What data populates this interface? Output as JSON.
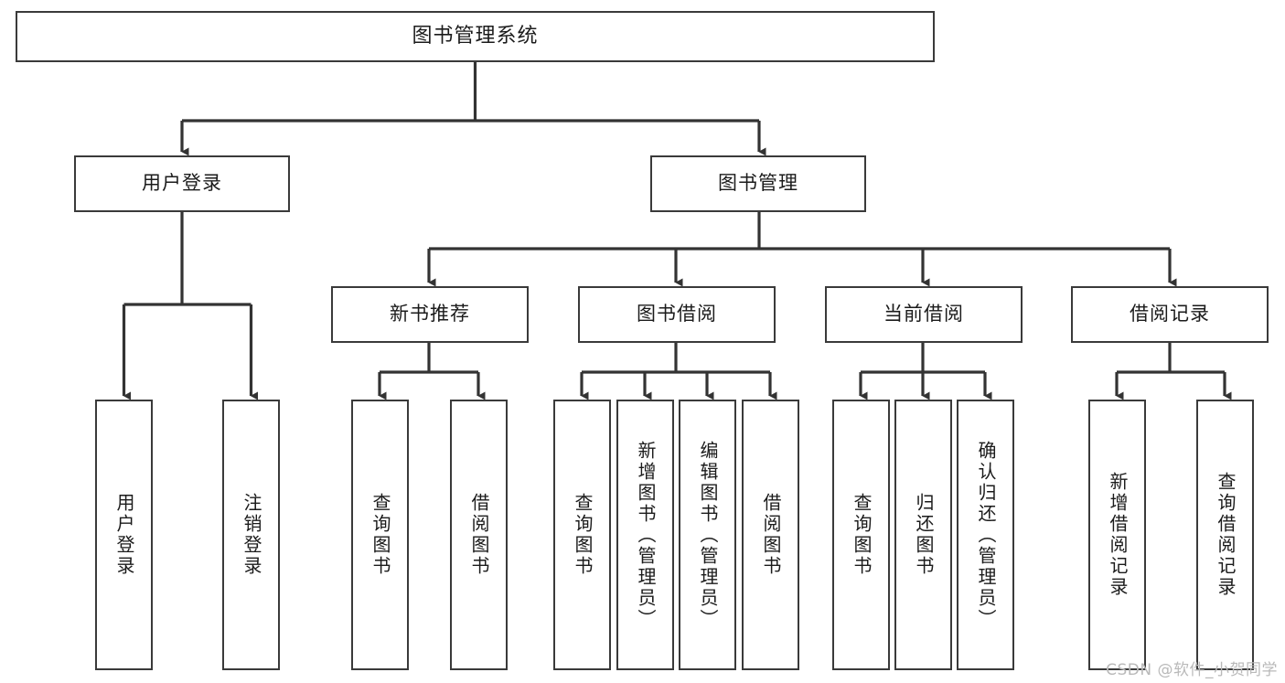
{
  "diagram": {
    "title": "图书管理系统",
    "type": "tree",
    "colors": {
      "box_border": "#3a3a3a",
      "box_fill": "#ffffff",
      "connector": "#333333",
      "text": "#1b1b1b",
      "watermark": "#b9b9b9",
      "background": "#ffffff"
    },
    "root": {
      "label": "图书管理系统"
    },
    "level2": [
      {
        "id": "user-login",
        "label": "用户登录"
      },
      {
        "id": "book-manage",
        "label": "图书管理"
      }
    ],
    "level3": [
      {
        "id": "new-book-recommend",
        "label": "新书推荐",
        "parent": "book-manage"
      },
      {
        "id": "book-borrow",
        "label": "图书借阅",
        "parent": "book-manage"
      },
      {
        "id": "current-borrow",
        "label": "当前借阅",
        "parent": "book-manage"
      },
      {
        "id": "borrow-record",
        "label": "借阅记录",
        "parent": "book-manage"
      }
    ],
    "leaves": {
      "user-login": [
        {
          "id": "leaf-user-login",
          "label": "用户登录"
        },
        {
          "id": "leaf-user-logout",
          "label": "注销登录"
        }
      ],
      "new-book-recommend": [
        {
          "id": "leaf-query-book-1",
          "label": "查询图书"
        },
        {
          "id": "leaf-borrow-book-1",
          "label": "借阅图书"
        }
      ],
      "book-borrow": [
        {
          "id": "leaf-query-book-2",
          "label": "查询图书"
        },
        {
          "id": "leaf-add-book",
          "label": "新增图书（管理员）"
        },
        {
          "id": "leaf-edit-book",
          "label": "编辑图书（管理员）"
        },
        {
          "id": "leaf-borrow-book-2",
          "label": "借阅图书"
        }
      ],
      "current-borrow": [
        {
          "id": "leaf-query-book-3",
          "label": "查询图书"
        },
        {
          "id": "leaf-return-book",
          "label": "归还图书"
        },
        {
          "id": "leaf-confirm-return",
          "label": "确认归还（管理员）"
        }
      ],
      "borrow-record": [
        {
          "id": "leaf-add-record",
          "label": "新增借阅记录"
        },
        {
          "id": "leaf-query-record",
          "label": "查询借阅记录"
        }
      ]
    }
  },
  "watermark": {
    "text": "CSDN @软件_小贺同学"
  }
}
